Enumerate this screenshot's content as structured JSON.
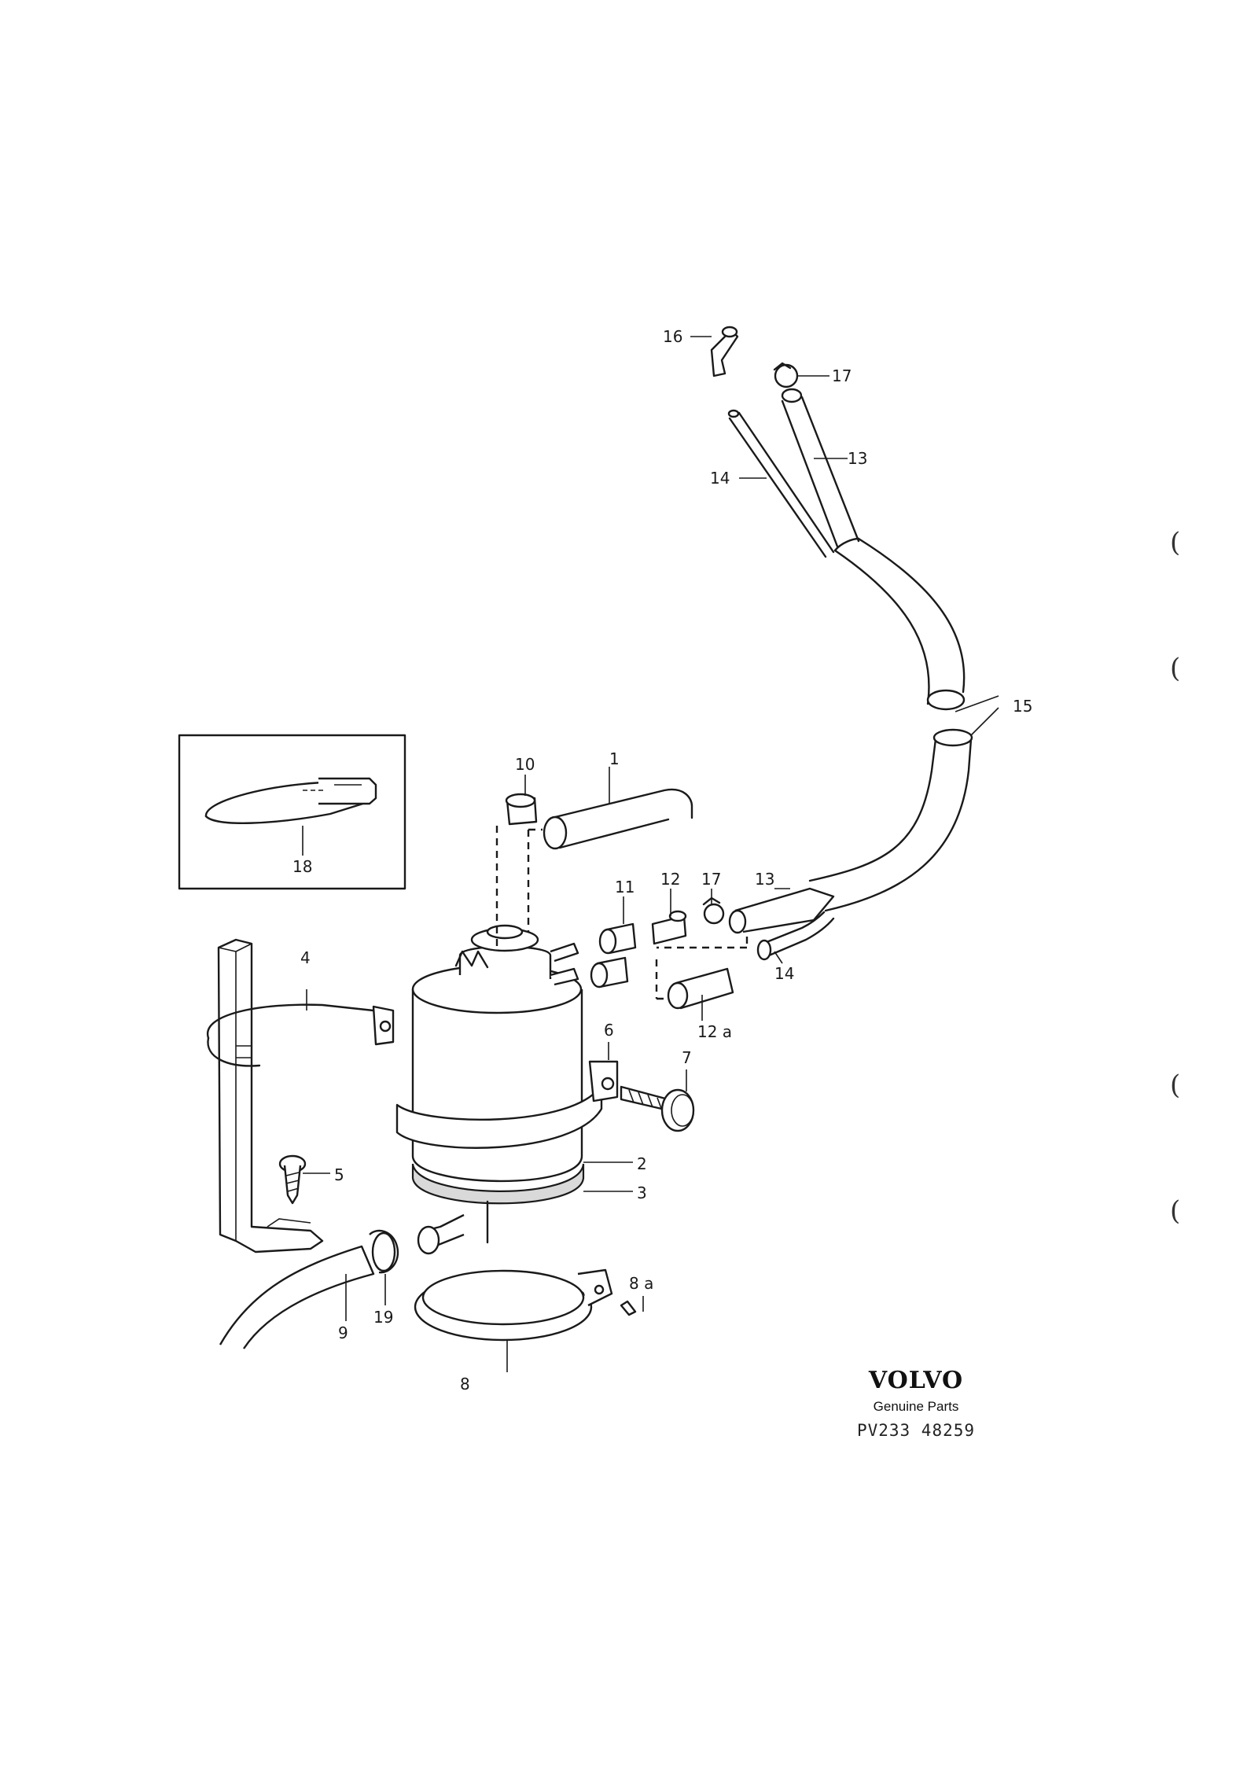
{
  "diagram": {
    "labels": {
      "p1": "1",
      "p2": "2",
      "p3": "3",
      "p4": "4",
      "p5": "5",
      "p6": "6",
      "p7": "7",
      "p8": "8",
      "p8a": "8 a",
      "p9": "9",
      "p10": "10",
      "p11": "11",
      "p12": "12",
      "p12a": "12 a",
      "p13_top": "13",
      "p13_mid": "13",
      "p14_top": "14",
      "p14_mid": "14",
      "p15": "15",
      "p16": "16",
      "p17_top": "17",
      "p17_mid": "17",
      "p18": "18",
      "p19": "19"
    }
  },
  "branding": {
    "logo": "VOLVO",
    "subtitle": "Genuine Parts",
    "reference": "PV233 48259"
  },
  "margin_marks": [
    "(",
    "(",
    "(",
    "("
  ]
}
